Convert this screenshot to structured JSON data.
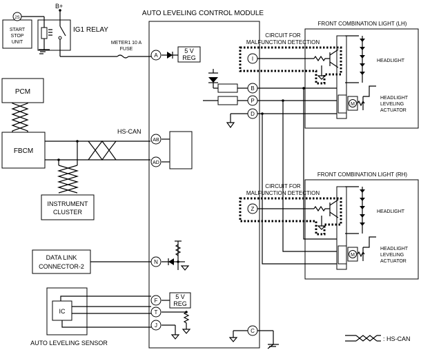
{
  "labels": {
    "bplus": "B+",
    "module_title": "AUTO LEVELING CONTROL MODULE",
    "start_stop_1": "START",
    "start_stop_2": "STOP",
    "start_stop_3": "UNIT",
    "start_stop_code": "2S",
    "ig1_relay": "IG1 RELAY",
    "fuse_1": "METER1 10 A",
    "fuse_2": "FUSE",
    "reg_5v_line1": "5 V",
    "reg_5v_line2": "REG",
    "pcm": "PCM",
    "fbcm": "FBCM",
    "hs_can": "HS-CAN",
    "instrument_1": "INSTRUMENT",
    "instrument_2": "CLUSTER",
    "dlc_1": "DATA LINK",
    "dlc_2": "CONNECTOR-2",
    "ic": "IC",
    "auto_leveling_sensor": "AUTO LEVELING SENSOR",
    "front_lh": "FRONT COMBINATION LIGHT (LH)",
    "front_rh": "FRONT COMBINATION LIGHT (RH)",
    "malfunction_1": "CIRCUIT FOR",
    "malfunction_2": "MALFUNCTION DETECTION",
    "headlight": "HEADLIGHT",
    "actuator_1": "HEADLIGHT",
    "actuator_2": "LEVELING",
    "actuator_3": "ACTUATOR",
    "motor": "M",
    "legend_hs_can": ": HS-CAN"
  },
  "terminals": {
    "A": "A",
    "AB": "AB",
    "AD": "AD",
    "N": "N",
    "F": "F",
    "T": "T",
    "J": "J",
    "I": "I",
    "B": "B",
    "P": "P",
    "D": "D",
    "Z": "Z",
    "C": "C"
  }
}
